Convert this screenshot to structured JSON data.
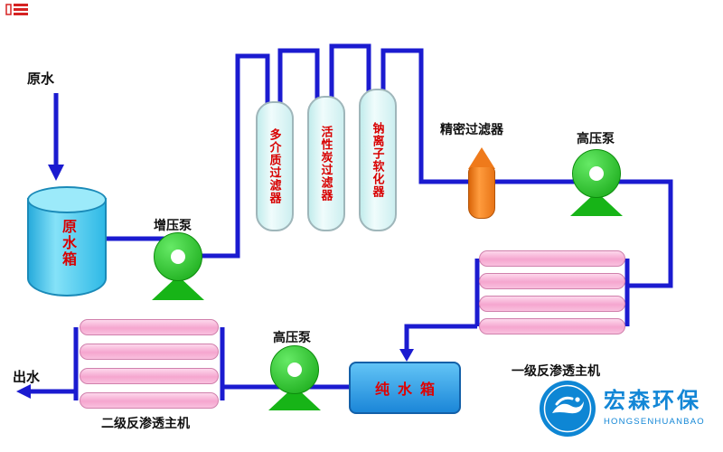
{
  "diagram": {
    "source": {
      "label": "原水"
    },
    "raw_tank": {
      "label": "原水箱"
    },
    "booster_pump": {
      "label": "增压泵"
    },
    "filters": [
      {
        "label": "多介质过滤器"
      },
      {
        "label": "活性炭过滤器"
      },
      {
        "label": "钠离子软化器"
      }
    ],
    "precision_filter": {
      "label": "精密过滤器"
    },
    "hp_pump_1": {
      "label": "高压泵"
    },
    "ro_stage_1": {
      "label": "一级反渗透主机",
      "membrane_count": 4
    },
    "pure_tank": {
      "label": "纯水箱"
    },
    "hp_pump_2": {
      "label": "高压泵"
    },
    "ro_stage_2": {
      "label": "二级反渗透主机",
      "membrane_count": 4
    },
    "outlet": {
      "label": "出水"
    }
  },
  "logo": {
    "name": "宏森环保",
    "romanized": "HONGSENHUANBAO"
  },
  "colors": {
    "pipe_blue": "#1b1bd0",
    "pump_green": "#17b417",
    "tank_cyan": "#2fb9e6",
    "filter_body": "#d8f4f4",
    "precision_orange": "#ef7a1b",
    "membrane_pink": "#f5a6cf",
    "pure_tank_blue": "#1b86d8",
    "equipment_text_red": "#d80000",
    "brand_blue": "#1286d6"
  }
}
